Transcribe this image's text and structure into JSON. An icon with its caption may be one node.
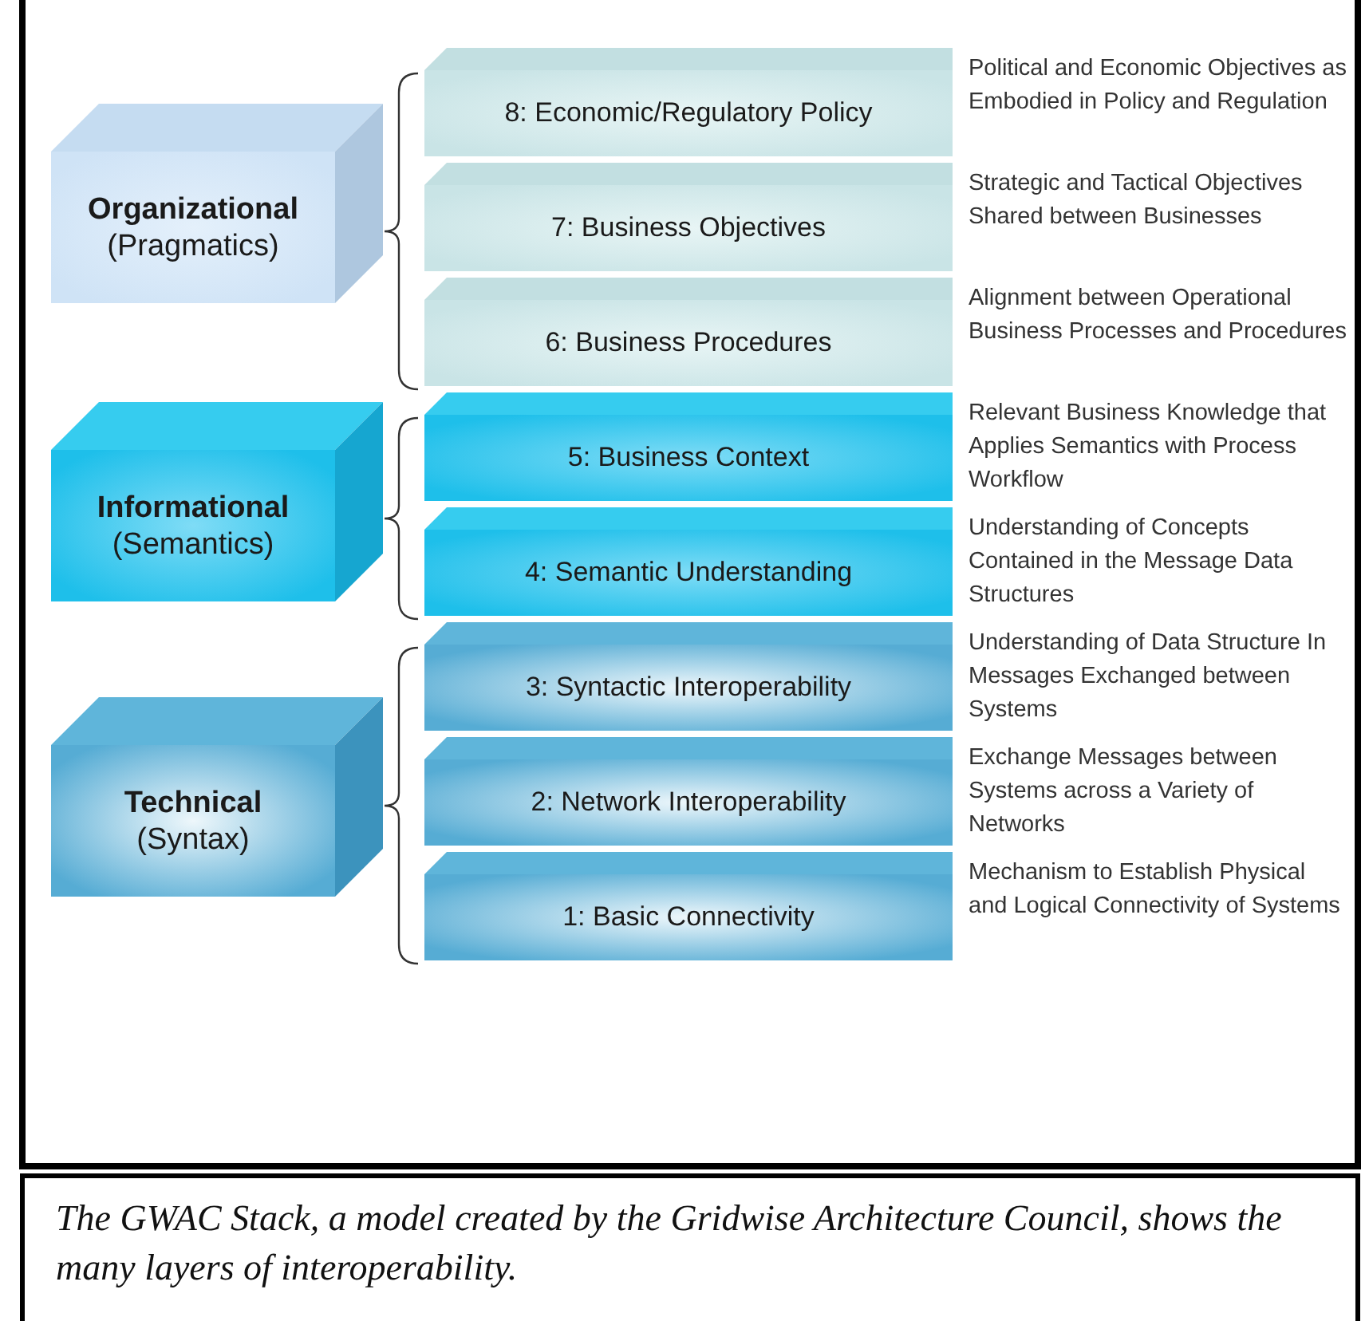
{
  "diagram": {
    "caption": "The GWAC Stack, a model created by the Gridwise Architecture Council, shows the many layers of interoperability.",
    "nodes": [
      {
        "text": [
          "Organizational",
          "(Pragmatics)"
        ]
      },
      {
        "text": [
          "8: Economic/Regulatory Policy"
        ],
        "beside": [
          "Political and Economic Objectives as Embodied in Policy and Regulation"
        ]
      },
      {
        "text": [
          "7: Business Objectives"
        ],
        "beside": [
          "Strategic and Tactical Objectives Shared between Businesses"
        ]
      },
      {
        "text": [
          "6: Business Procedures"
        ],
        "beside": [
          "Alignment between Operational Business Processes and Procedures"
        ]
      },
      {
        "text": [
          "Informational",
          "(Semantics)"
        ]
      },
      {
        "text": [
          "5: Business Context"
        ],
        "beside": [
          "Relevant Business Knowledge that Applies Semantics with Process Workflow"
        ]
      },
      {
        "text": [
          "4: Semantic Understanding"
        ],
        "beside": [
          "Understanding of Concepts Contained in the Message Data Structures"
        ]
      },
      {
        "text": [
          "Technical",
          "(Syntax)"
        ]
      },
      {
        "text": [
          "3: Syntactic Interoperability"
        ],
        "beside": [
          "Understanding of Data Structure In Messages Exchanged between Systems"
        ]
      },
      {
        "text": [
          "2: Network Interoperability"
        ],
        "beside": [
          "Exchange Messages between Systems across a Variety of Networks"
        ]
      },
      {
        "text": [
          "1: Basic Connectivity"
        ],
        "beside": [
          "Mechanism to Establish Physical and Logical Connectivity of Systems"
        ]
      }
    ]
  }
}
